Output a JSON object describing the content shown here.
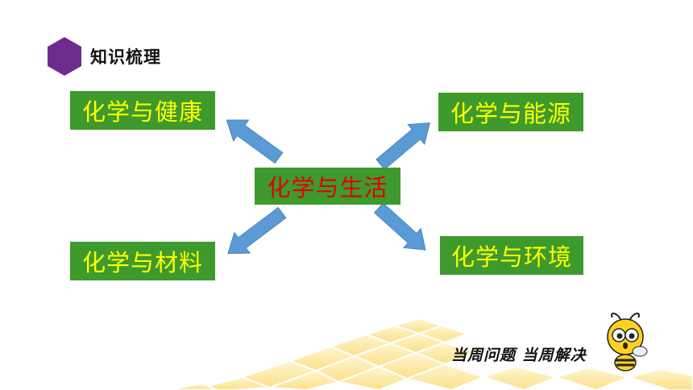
{
  "header": {
    "title": "知识梳理",
    "icon": "purple-hexagon-icon",
    "icon_color": "#6e2b8f"
  },
  "diagram": {
    "center": "化学与生活",
    "branches": {
      "top_left": "化学与健康",
      "top_right": "化学与能源",
      "bottom_left": "化学与材料",
      "bottom_right": "化学与环境"
    },
    "box_color": "#3e9a2d",
    "branch_text_color": "#ffff00",
    "center_text_color": "#e00000",
    "arrow_color": "#5b9bd5"
  },
  "footer": {
    "slogan": "当周问题 当周解决",
    "mascot": "bee-icon"
  }
}
